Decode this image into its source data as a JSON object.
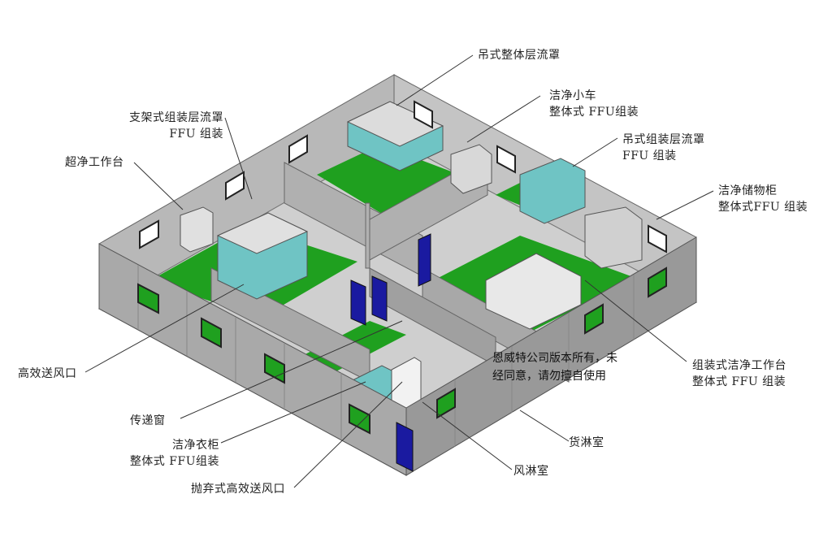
{
  "labels": {
    "hanging_laminar": "吊式整体层流罩",
    "clean_cart_1": "洁净小车",
    "clean_cart_2": "整体式 FFU组装",
    "hanging_assembled_1": "吊式组装层流罩",
    "hanging_assembled_2": "FFU 组装",
    "storage_1": "洁净储物柜",
    "storage_2": "整体式FFU 组装",
    "bracket_laminar_1": "支架式组装层流罩",
    "bracket_laminar_2": "FFU 组装",
    "clean_bench": "超净工作台",
    "hepa_outlet": "高效送风口",
    "pass_box": "传递窗",
    "wardrobe_1": "洁净衣柜",
    "wardrobe_2": "整体式 FFU组装",
    "disposable_hepa": "抛弃式高效送风口",
    "air_shower": "风淋室",
    "cargo_shower": "货淋室",
    "assembled_bench_1": "组装式洁净工作台",
    "assembled_bench_2": "整体式 FFU 组装"
  },
  "watermark": {
    "line1": "恩威特公司版本所有，未",
    "line2": "经同意，请勿擅自使用"
  },
  "colors": {
    "wall": "#a9a9a9",
    "floor": "#1fa01f",
    "equipment": "#6fc4c4",
    "door": "#1a1aa0"
  }
}
